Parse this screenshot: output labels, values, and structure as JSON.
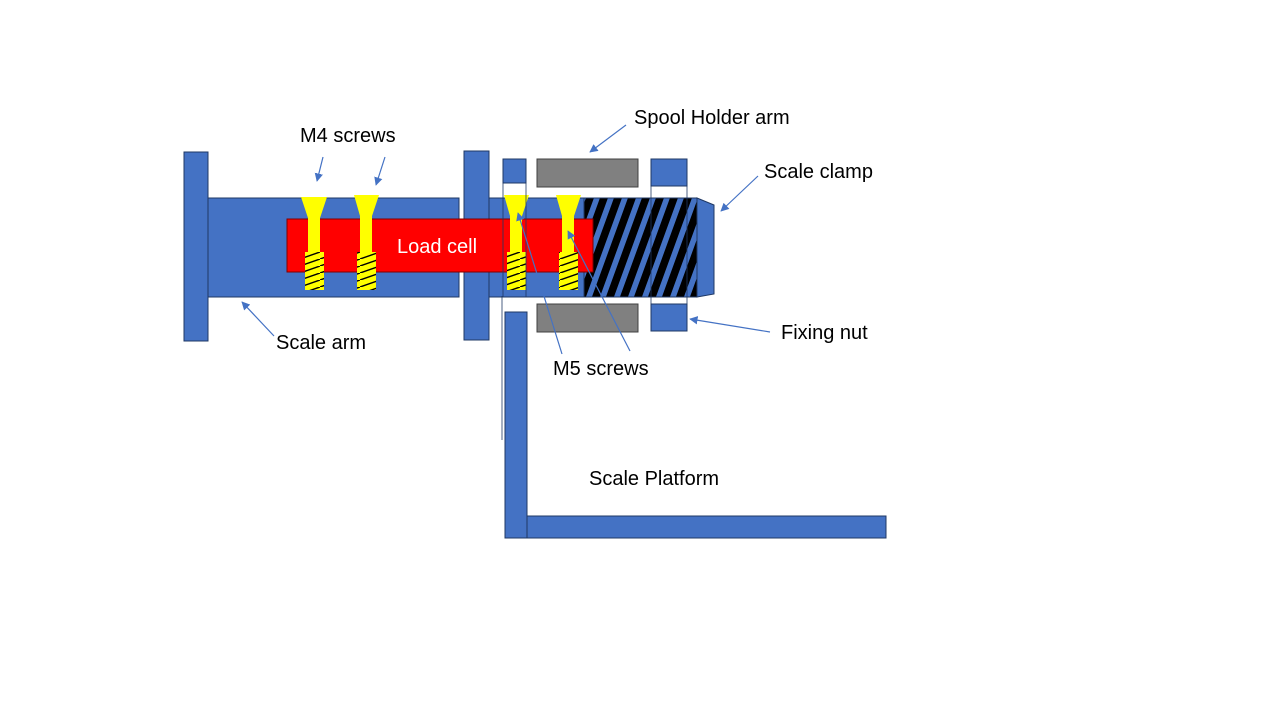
{
  "labels": {
    "m4_screws": "M4 screws",
    "spool_holder_arm": "Spool Holder arm",
    "scale_clamp": "Scale clamp",
    "load_cell": "Load cell",
    "scale_arm": "Scale arm",
    "m5_screws": "M5 screws",
    "fixing_nut": "Fixing nut",
    "scale_platform": "Scale Platform"
  },
  "colors": {
    "part_blue": "#4472c4",
    "outline_blue": "#1f3864",
    "load_cell_red": "#ff0000",
    "screw_yellow": "#ffff00",
    "spool_gray": "#808080",
    "arrow_blue": "#4472c4"
  }
}
